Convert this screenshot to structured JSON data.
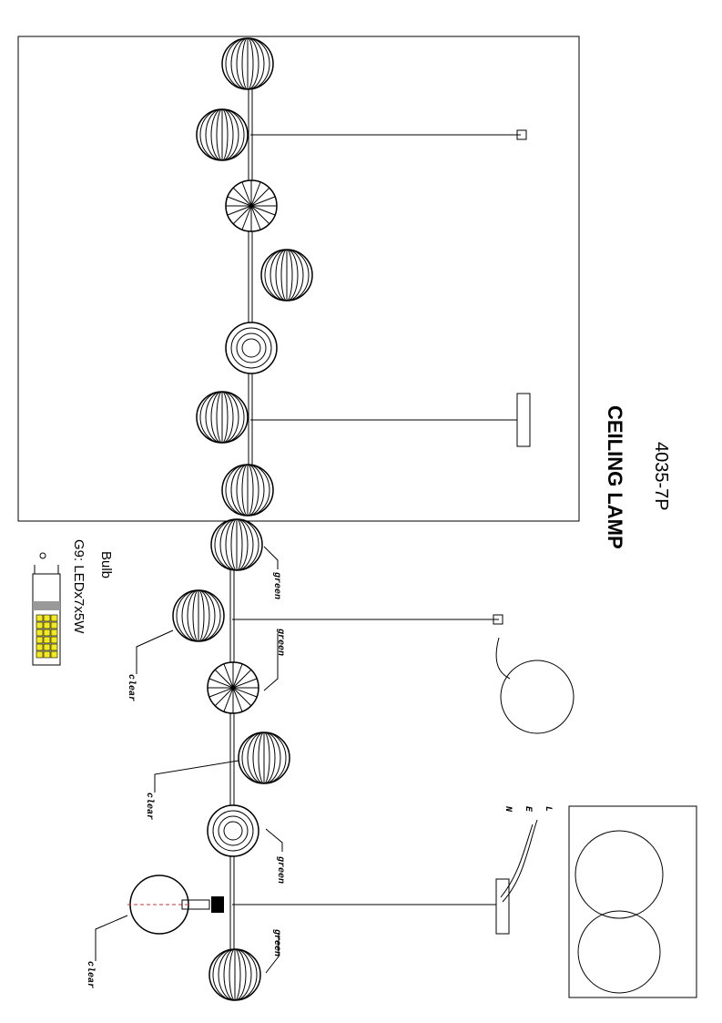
{
  "title": {
    "model": "4035-7P",
    "name": "CEILING LAMP"
  },
  "bulb": {
    "heading": "Bulb",
    "spec": "G9: LEDx7x5W",
    "led_color": "#f2ea1a"
  },
  "labels": {
    "green": "green",
    "clear": "clear"
  },
  "wiring": {
    "l": "L",
    "e": "E",
    "n": "N"
  }
}
